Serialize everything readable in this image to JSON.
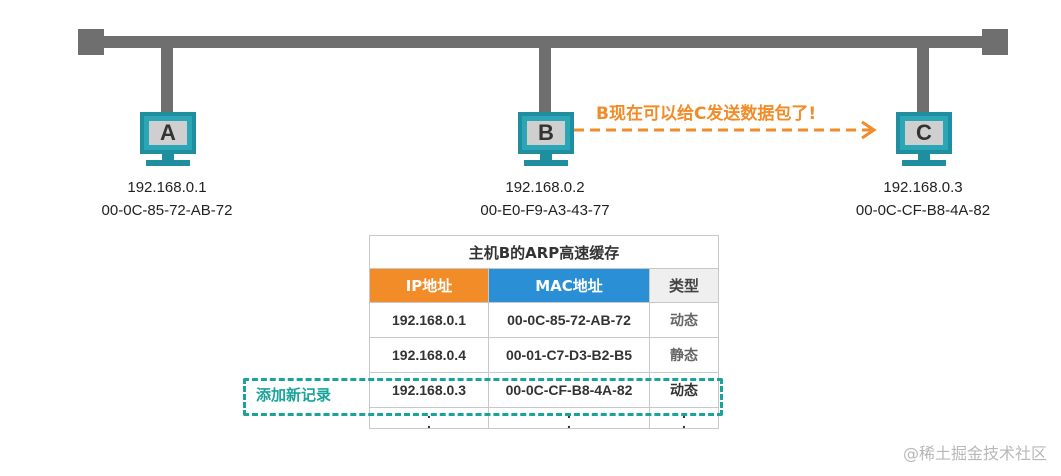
{
  "network": {
    "hosts": [
      {
        "id": "A",
        "ip": "192.168.0.1",
        "mac": "00-0C-85-72-AB-72"
      },
      {
        "id": "B",
        "ip": "192.168.0.2",
        "mac": "00-E0-F9-A3-43-77"
      },
      {
        "id": "C",
        "ip": "192.168.0.3",
        "mac": "00-0C-CF-B8-4A-82"
      }
    ],
    "callout": "B现在可以给C发送数据包了!"
  },
  "arp_table": {
    "title": "主机B的ARP高速缓存",
    "headers": {
      "ip": "IP地址",
      "mac": "MAC地址",
      "type": "类型"
    },
    "rows": [
      {
        "ip": "192.168.0.1",
        "mac": "00-0C-85-72-AB-72",
        "type": "动态"
      },
      {
        "ip": "192.168.0.4",
        "mac": "00-01-C7-D3-B2-B5",
        "type": "静态"
      },
      {
        "ip": "192.168.0.3",
        "mac": "00-0C-CF-B8-4A-82",
        "type": "动态"
      }
    ],
    "ellipsis": ".",
    "new_record_label": "添加新记录"
  },
  "colors": {
    "bus": "#6f6f6f",
    "host": "#2aa6b6",
    "ip_header": "#f28c28",
    "mac_header": "#2b8fd6",
    "highlight": "#1aa39a",
    "callout": "#f28c28"
  },
  "watermark": "@稀土掘金技术社区"
}
